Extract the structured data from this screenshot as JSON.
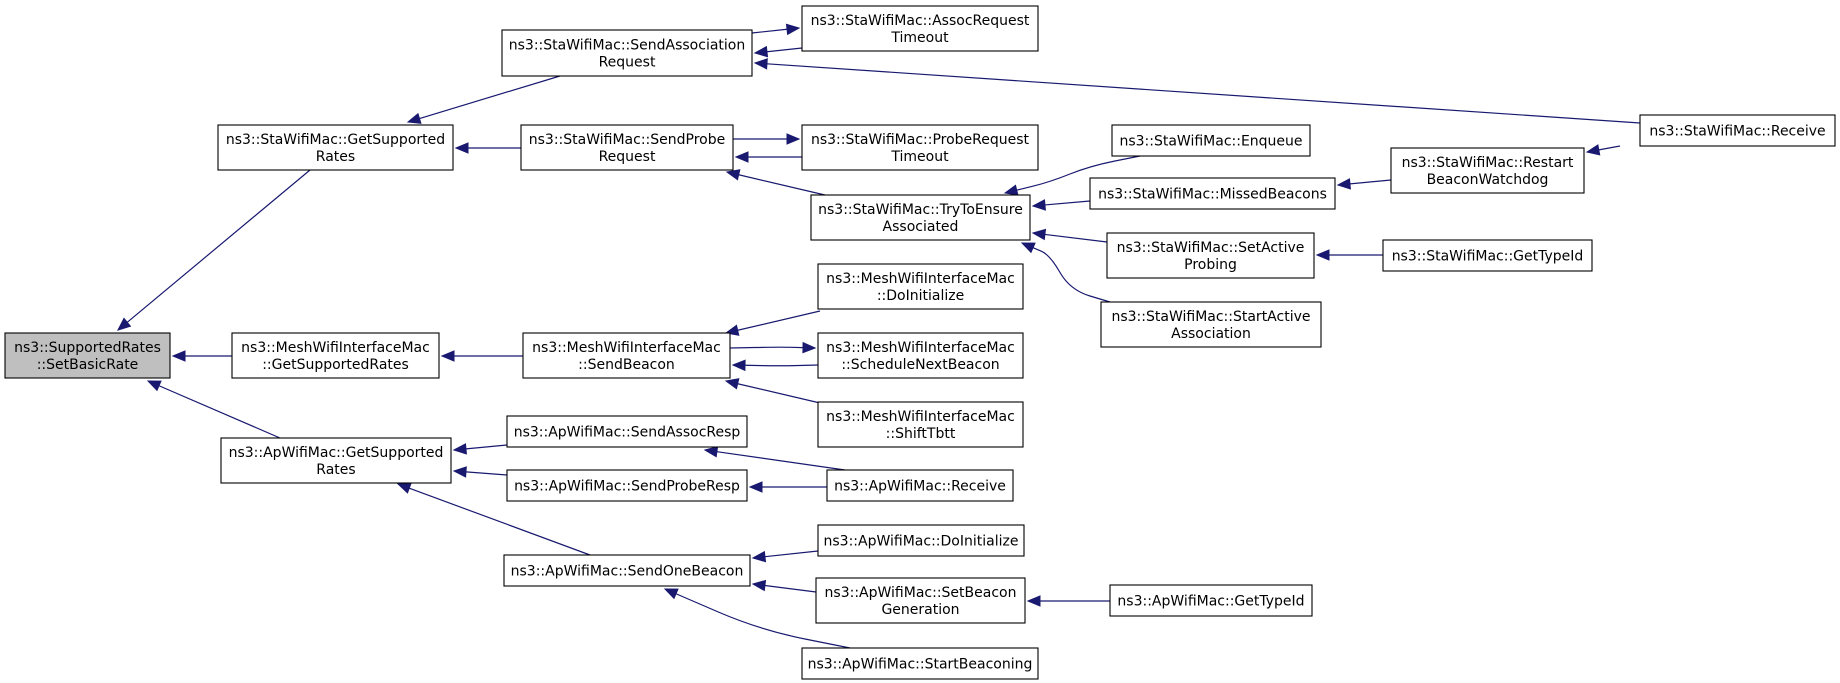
{
  "graph": {
    "nodes": [
      {
        "id": "n0",
        "lines": [
          "ns3::SupportedRates",
          "::SetBasicRate"
        ],
        "highlighted": true
      },
      {
        "id": "n1",
        "lines": [
          "ns3::StaWifiMac::GetSupported",
          "Rates"
        ]
      },
      {
        "id": "n2",
        "lines": [
          "ns3::MeshWifiInterfaceMac",
          "::GetSupportedRates"
        ]
      },
      {
        "id": "n3",
        "lines": [
          "ns3::ApWifiMac::GetSupported",
          "Rates"
        ]
      },
      {
        "id": "n4",
        "lines": [
          "ns3::StaWifiMac::SendAssociation",
          "Request"
        ]
      },
      {
        "id": "n5",
        "lines": [
          "ns3::StaWifiMac::SendProbe",
          "Request"
        ]
      },
      {
        "id": "n6",
        "lines": [
          "ns3::MeshWifiInterfaceMac",
          "::SendBeacon"
        ]
      },
      {
        "id": "n7",
        "lines": [
          "ns3::ApWifiMac::SendAssocResp"
        ]
      },
      {
        "id": "n8",
        "lines": [
          "ns3::ApWifiMac::SendProbeResp"
        ]
      },
      {
        "id": "n9",
        "lines": [
          "ns3::ApWifiMac::SendOneBeacon"
        ]
      },
      {
        "id": "n10",
        "lines": [
          "ns3::StaWifiMac::AssocRequest",
          "Timeout"
        ]
      },
      {
        "id": "n11",
        "lines": [
          "ns3::StaWifiMac::ProbeRequest",
          "Timeout"
        ]
      },
      {
        "id": "n12",
        "lines": [
          "ns3::StaWifiMac::TryToEnsure",
          "Associated"
        ]
      },
      {
        "id": "n13",
        "lines": [
          "ns3::MeshWifiInterfaceMac",
          "::DoInitialize"
        ]
      },
      {
        "id": "n14",
        "lines": [
          "ns3::MeshWifiInterfaceMac",
          "::ScheduleNextBeacon"
        ]
      },
      {
        "id": "n15",
        "lines": [
          "ns3::MeshWifiInterfaceMac",
          "::ShiftTbtt"
        ]
      },
      {
        "id": "n16",
        "lines": [
          "ns3::ApWifiMac::Receive"
        ]
      },
      {
        "id": "n17",
        "lines": [
          "ns3::ApWifiMac::DoInitialize"
        ]
      },
      {
        "id": "n18",
        "lines": [
          "ns3::ApWifiMac::SetBeacon",
          "Generation"
        ]
      },
      {
        "id": "n19",
        "lines": [
          "ns3::ApWifiMac::StartBeaconing"
        ]
      },
      {
        "id": "n20",
        "lines": [
          "ns3::StaWifiMac::Enqueue"
        ]
      },
      {
        "id": "n21",
        "lines": [
          "ns3::StaWifiMac::MissedBeacons"
        ]
      },
      {
        "id": "n22",
        "lines": [
          "ns3::StaWifiMac::SetActive",
          "Probing"
        ]
      },
      {
        "id": "n23",
        "lines": [
          "ns3::StaWifiMac::StartActive",
          "Association"
        ]
      },
      {
        "id": "n24",
        "lines": [
          "ns3::ApWifiMac::GetTypeId"
        ]
      },
      {
        "id": "n25",
        "lines": [
          "ns3::StaWifiMac::Restart",
          "BeaconWatchdog"
        ]
      },
      {
        "id": "n26",
        "lines": [
          "ns3::StaWifiMac::GetTypeId"
        ]
      },
      {
        "id": "n27",
        "lines": [
          "ns3::StaWifiMac::Receive"
        ]
      }
    ],
    "edges": [
      {
        "from": "n1",
        "to": "n0"
      },
      {
        "from": "n2",
        "to": "n0"
      },
      {
        "from": "n3",
        "to": "n0"
      },
      {
        "from": "n4",
        "to": "n1"
      },
      {
        "from": "n5",
        "to": "n1"
      },
      {
        "from": "n6",
        "to": "n2"
      },
      {
        "from": "n7",
        "to": "n3"
      },
      {
        "from": "n8",
        "to": "n3"
      },
      {
        "from": "n9",
        "to": "n3"
      },
      {
        "from": "n10",
        "to": "n4"
      },
      {
        "from": "n27",
        "to": "n4"
      },
      {
        "from": "n4",
        "to": "n10"
      },
      {
        "from": "n11",
        "to": "n5"
      },
      {
        "from": "n12",
        "to": "n5"
      },
      {
        "from": "n5",
        "to": "n11"
      },
      {
        "from": "n20",
        "to": "n12"
      },
      {
        "from": "n21",
        "to": "n12"
      },
      {
        "from": "n22",
        "to": "n12"
      },
      {
        "from": "n23",
        "to": "n12"
      },
      {
        "from": "n25",
        "to": "n21"
      },
      {
        "from": "n27",
        "to": "n25"
      },
      {
        "from": "n26",
        "to": "n22"
      },
      {
        "from": "n13",
        "to": "n6"
      },
      {
        "from": "n14",
        "to": "n6"
      },
      {
        "from": "n15",
        "to": "n6"
      },
      {
        "from": "n6",
        "to": "n14"
      },
      {
        "from": "n16",
        "to": "n7"
      },
      {
        "from": "n16",
        "to": "n8"
      },
      {
        "from": "n17",
        "to": "n9"
      },
      {
        "from": "n18",
        "to": "n9"
      },
      {
        "from": "n19",
        "to": "n9"
      },
      {
        "from": "n24",
        "to": "n18"
      }
    ]
  }
}
